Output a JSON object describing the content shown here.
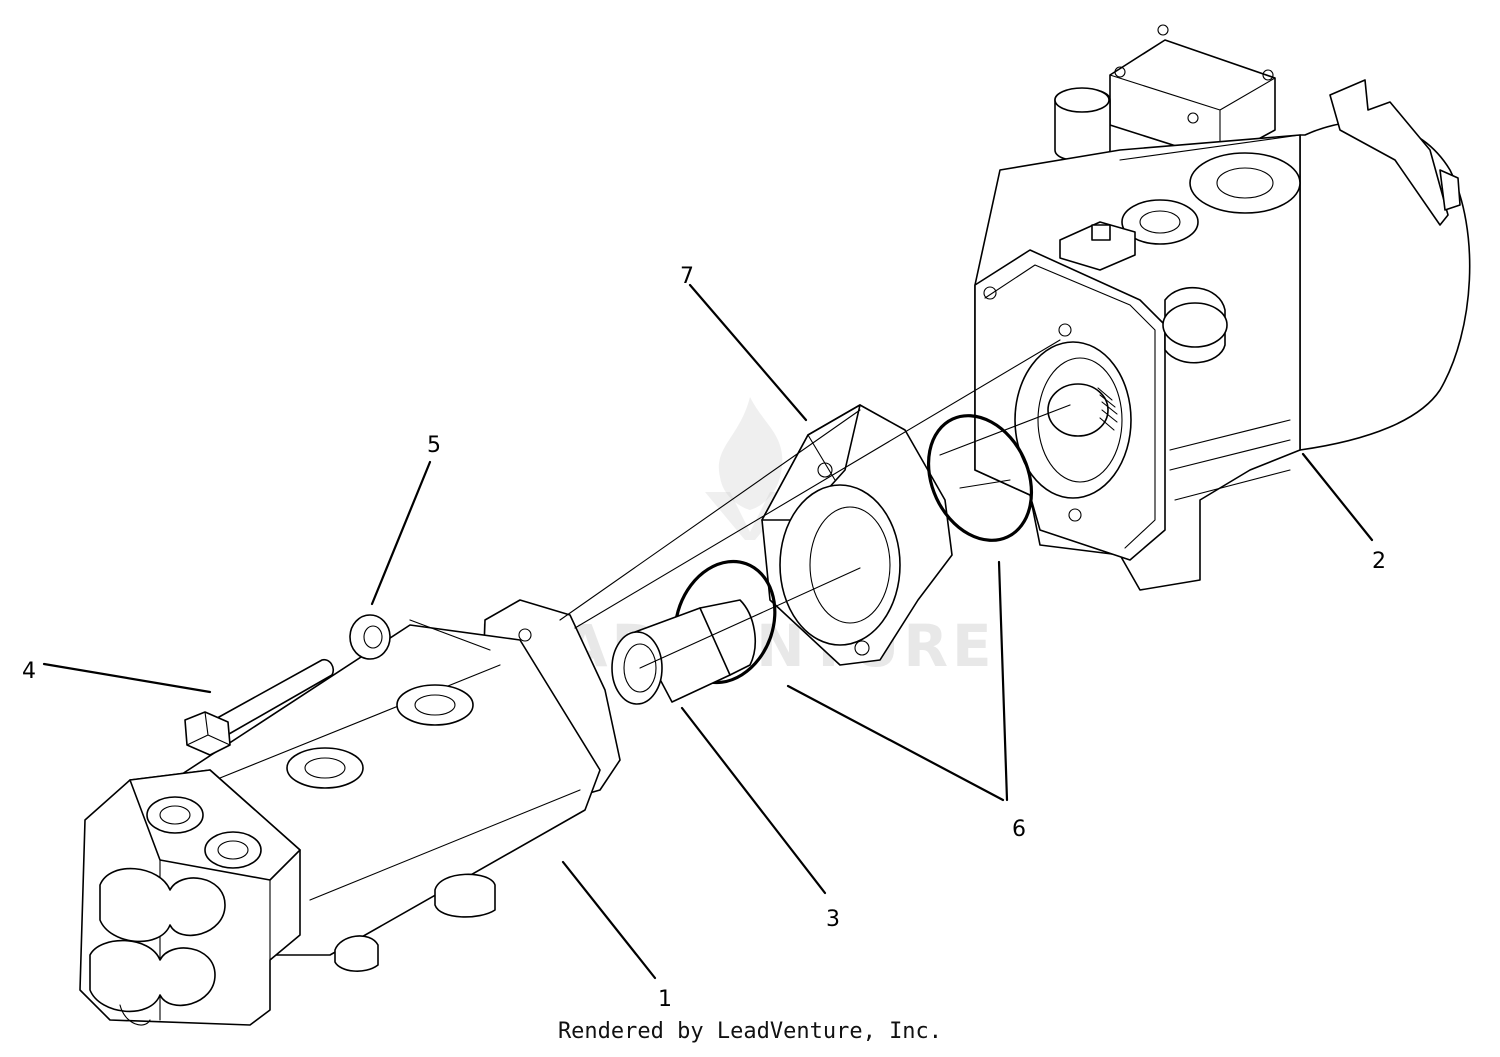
{
  "callouts": [
    {
      "id": "1",
      "label": "1"
    },
    {
      "id": "2",
      "label": "2"
    },
    {
      "id": "3",
      "label": "3"
    },
    {
      "id": "4",
      "label": "4"
    },
    {
      "id": "5",
      "label": "5"
    },
    {
      "id": "6",
      "label": "6"
    },
    {
      "id": "7",
      "label": "7"
    }
  ],
  "watermark": "LEADVENTURE",
  "footer": "Rendered by LeadVenture, Inc.",
  "colors": {
    "line": "#000000",
    "background": "#ffffff",
    "watermark": "#b4b4b4"
  }
}
